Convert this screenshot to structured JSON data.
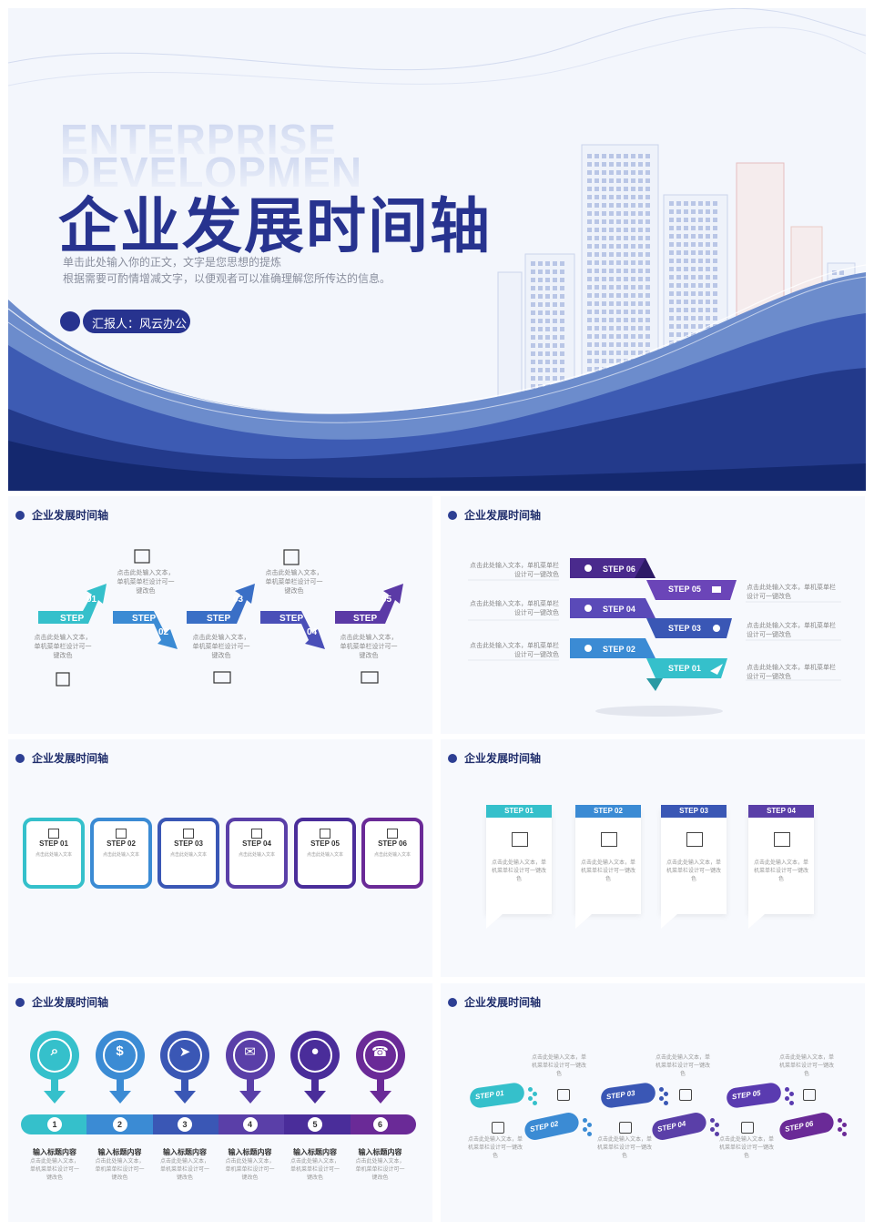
{
  "cover": {
    "watermark_line1": "ENTERPRISE",
    "watermark_line2": "DEVELOPMEN",
    "title": "企业发展时间轴",
    "subtitle_line1": "单击此处输入你的正文，文字是您思想的提炼",
    "subtitle_line2": "根据需要可酌情增减文字，以便观者可以准确理解您所传达的信息。",
    "reporter": "汇报人：风云办公"
  },
  "slide_title": "企业发展时间轴",
  "colors": {
    "navy": "#233a8b",
    "teal": "#35c0cb",
    "blue": "#3b8bd4",
    "indigo": "#3a57b5",
    "violet": "#5a3fa8",
    "purple": "#6a2a97"
  },
  "s1": {
    "step_word": "STEP",
    "nums": [
      "01",
      "02",
      "03",
      "04",
      "05"
    ],
    "top_texts": [
      "点击此处输入文本，单机菜单栏设计可一键改色",
      "点击此处输入文本，单机菜单栏设计可一键改色"
    ],
    "bottom_texts": [
      "点击此处输入文本，单机菜单栏设计可一键改色",
      "点击此处输入文本，单机菜单栏设计可一键改色",
      "点击此处输入文本，单机菜单栏设计可一键改色"
    ]
  },
  "s2": {
    "steps": [
      "STEP 06",
      "STEP 05",
      "STEP 04",
      "STEP 03",
      "STEP 02",
      "STEP 01"
    ],
    "left_texts": [
      "点击此处输入文本，单机菜单栏设计可一键改色",
      "点击此处输入文本，单机菜单栏设计可一键改色",
      "点击此处输入文本，单机菜单栏设计可一键改色"
    ],
    "right_texts": [
      "点击此处输入文本，单机菜单栏设计可一键改色",
      "点击此处输入文本，单机菜单栏设计可一键改色",
      "点击此处输入文本，单机菜单栏设计可一键改色"
    ]
  },
  "s3": {
    "steps": [
      "STEP 01",
      "STEP 02",
      "STEP 03",
      "STEP 04",
      "STEP 05",
      "STEP 06"
    ],
    "text": "点击此处输入文本"
  },
  "s4": {
    "steps": [
      "STEP 01",
      "STEP 02",
      "STEP 03",
      "STEP 04"
    ],
    "text": "点击此处输入文本，单机菜单栏设计可一键改色"
  },
  "s5": {
    "nums": [
      "1",
      "2",
      "3",
      "4",
      "5",
      "6"
    ],
    "heading": "输入标题内容",
    "text": "点击此处输入文本，单机菜单栏设计可一键改色"
  },
  "s6": {
    "steps": [
      "STEP 01",
      "STEP 02",
      "STEP 03",
      "STEP 04",
      "STEP 05",
      "STEP 06"
    ],
    "text": "点击此处输入文本，单机菜单栏设计可一键改色"
  }
}
